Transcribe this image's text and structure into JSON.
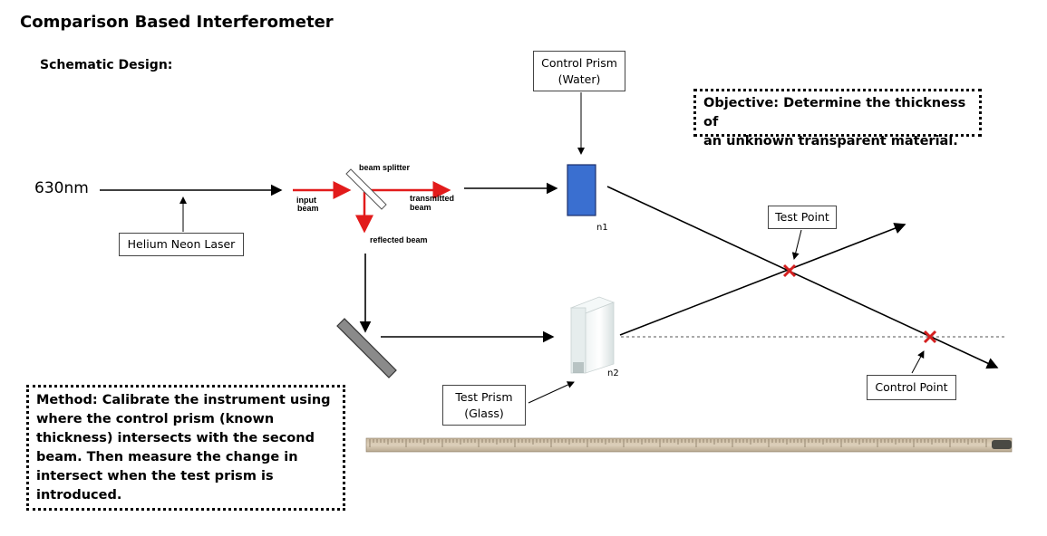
{
  "title": "Comparison Based Interferometer",
  "subtitle": "Schematic Design:",
  "wavelength": "630nm",
  "laser_label": "Helium Neon Laser",
  "control_prism": {
    "line1": "Control Prism",
    "line2": "(Water)"
  },
  "test_prism": {
    "line1": "Test Prism",
    "line2": "(Glass)"
  },
  "test_point": "Test Point",
  "control_point": "Control Point",
  "objective": {
    "line1": "Objective: Determine the thickness of",
    "line2": "an unknown transparent material."
  },
  "method": {
    "lines": [
      "Method: Calibrate the instrument using",
      "where the control prism (known",
      "thickness) intersects with the second",
      "beam. Then measure the change in",
      "intersect when the test prism is",
      "introduced."
    ]
  },
  "splitter": {
    "beam_splitter": "beam splitter",
    "input1": "input",
    "input2": "beam",
    "transmitted1": "transmitted",
    "transmitted2": "beam",
    "reflected": "reflected beam"
  },
  "n1": "n1",
  "n2": "n2",
  "colors": {
    "beam_red": "#e21b1b",
    "prism_blue": "#3a6fd0",
    "marker_red": "#d41f1f"
  }
}
